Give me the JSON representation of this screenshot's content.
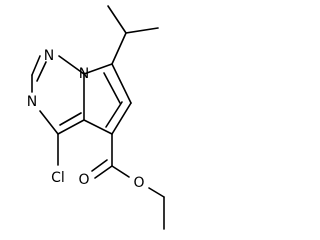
{
  "structure": {
    "atom_labels": {
      "n1": "N",
      "n2": "N",
      "n3": "N",
      "chlorine": "Cl",
      "ester_carbonyl_o": "O",
      "ester_ether_o": "O"
    }
  },
  "colors": {
    "bond": "#000000",
    "label": "#000000",
    "background": "#ffffff"
  }
}
